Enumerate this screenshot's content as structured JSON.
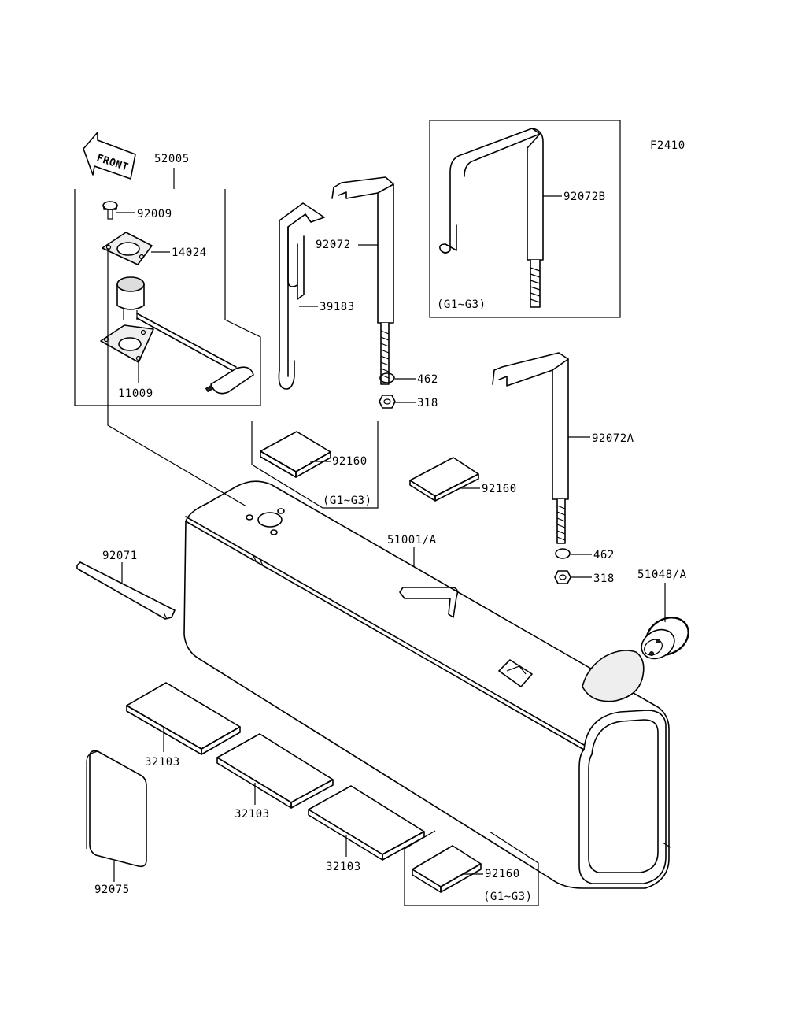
{
  "figure_code": "F2410",
  "front_label": "FRONT",
  "group_note": "(G1~G3)",
  "parts": {
    "p52005": "52005",
    "p92009": "92009",
    "p14024": "14024",
    "p11009": "11009",
    "p39183": "39183",
    "p92072": "92072",
    "p92072B": "92072B",
    "p92072A": "92072A",
    "p462a": "462",
    "p318a": "318",
    "p462b": "462",
    "p318b": "318",
    "p92160a": "92160",
    "p92160b": "92160",
    "p92160c": "92160",
    "p51001A": "51001/A",
    "p51048A": "51048/A",
    "p92071": "92071",
    "p32103a": "32103",
    "p32103b": "32103",
    "p32103c": "32103",
    "p92075": "92075"
  }
}
